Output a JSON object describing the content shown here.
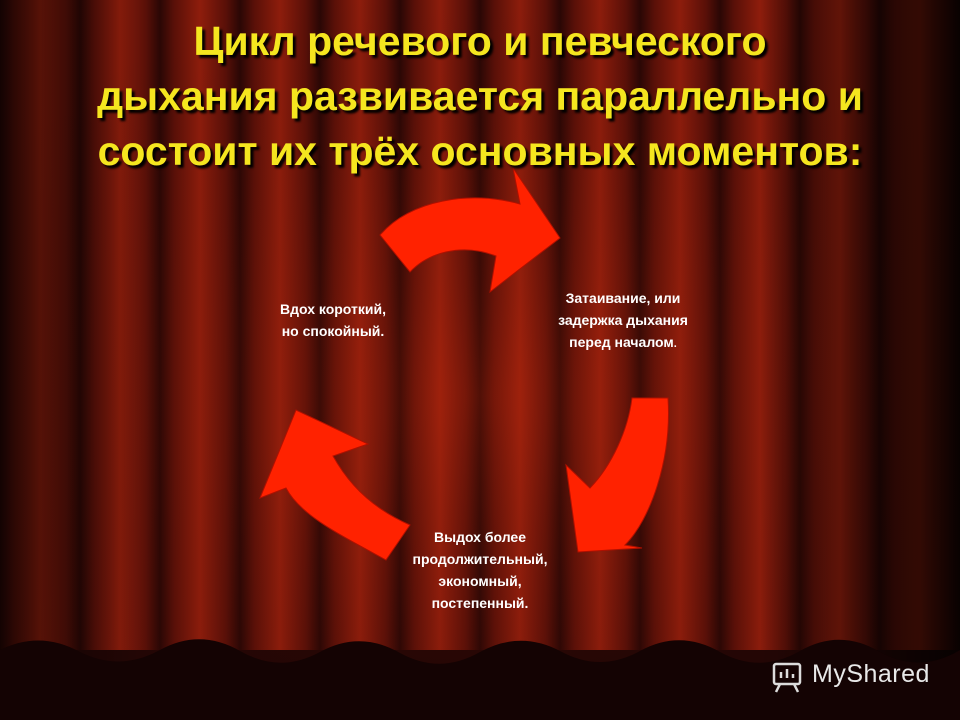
{
  "title": {
    "lines": [
      "Цикл речевого и певческого",
      "дыхания развивается параллельно и",
      "состоит их трёх основных моментов:"
    ]
  },
  "cycle": {
    "inhale": [
      "Вдох короткий,",
      "но спокойный."
    ],
    "pause": [
      "Затаивание, или",
      "задержка дыхания",
      "перед началом",
      "."
    ],
    "exhale": [
      "Выдох более",
      "продолжительный,",
      "экономный,",
      "постепенный."
    ]
  },
  "watermark": {
    "text": "MyShared",
    "icon": "presentation-board-icon"
  },
  "colors": {
    "title": "#f5e61f",
    "arrow": "#ff2200",
    "curtain_dark": "#1e0504",
    "curtain_red": "#8a1a0c"
  }
}
